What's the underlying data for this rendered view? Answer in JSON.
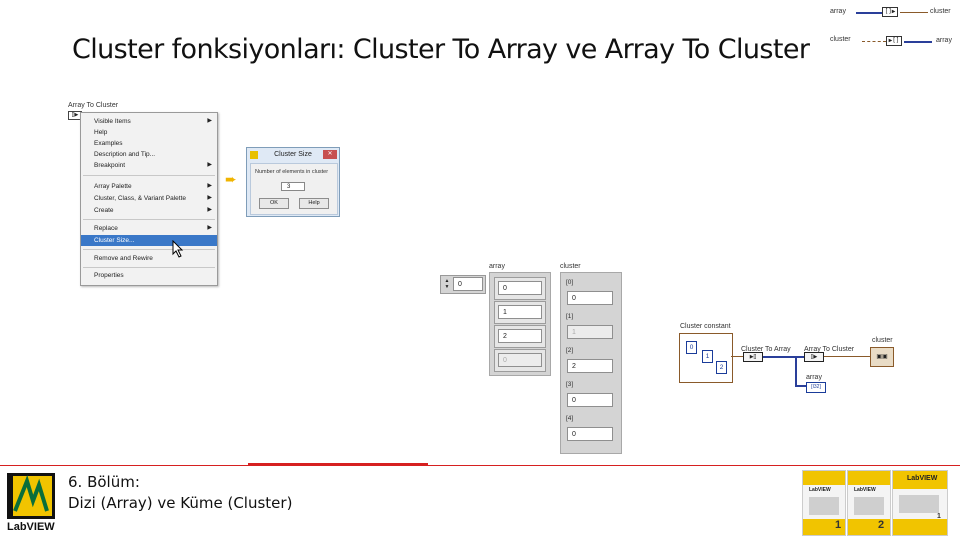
{
  "slide_title": "Cluster fonksiyonları: Cluster To Array ve Array To Cluster",
  "legend": {
    "array_left": "array",
    "cluster_right": "cluster",
    "cluster_left": "cluster",
    "array_right": "array"
  },
  "menu": {
    "owner": "Array To Cluster",
    "items": [
      {
        "label": "Visible Items",
        "submenu": true
      },
      {
        "label": "Help",
        "submenu": false
      },
      {
        "label": "Examples",
        "submenu": false
      },
      {
        "label": "Description and Tip...",
        "submenu": false
      },
      {
        "label": "Breakpoint",
        "submenu": true
      },
      {
        "label": "Array Palette",
        "submenu": true
      },
      {
        "label": "Cluster, Class, & Variant Palette",
        "submenu": true
      },
      {
        "label": "Create",
        "submenu": true
      },
      {
        "label": "Replace",
        "submenu": true
      },
      {
        "label": "Cluster Size...",
        "submenu": false
      },
      {
        "label": "Remove and Rewire",
        "submenu": false
      },
      {
        "label": "Properties",
        "submenu": false
      }
    ],
    "highlighted": "Cluster Size..."
  },
  "dialog": {
    "title": "Cluster Size",
    "prompt": "Number of elements in cluster",
    "value": "3",
    "ok": "OK",
    "help": "Help"
  },
  "front_panel": {
    "index_value": "0",
    "array_label": "array",
    "array_values": [
      "0",
      "1",
      "2",
      "0"
    ],
    "cluster_label": "cluster",
    "cluster_items": [
      {
        "idx": "[0]",
        "value": "0"
      },
      {
        "idx": "[1]",
        "value": "1"
      },
      {
        "idx": "[2]",
        "value": "2"
      },
      {
        "idx": "[3]",
        "value": "0"
      },
      {
        "idx": "[4]",
        "value": "0"
      }
    ]
  },
  "block_diagram": {
    "constant_label": "Cluster constant",
    "constants": [
      "0",
      "1",
      "2"
    ],
    "cluster_to_array": "Cluster To Array",
    "array_to_cluster": "Array To Cluster",
    "cluster_out": "cluster",
    "array_out": "array",
    "array_ind": "[I32]"
  },
  "footer": {
    "line1": "6. Bölüm:",
    "line2": "Dizi (Array) ve Küme (Cluster)",
    "logo_text": "LabVIEW",
    "book_labels": [
      "LabVIEW",
      "LabVIEW",
      "LabVIEW"
    ],
    "book_nums": [
      "1",
      "2",
      "1"
    ]
  },
  "colors": {
    "accent_red": "#d62020",
    "wire_blue": "#2a3f9a",
    "wire_brown": "#8a5a2a",
    "highlight": "#3a78c8"
  }
}
